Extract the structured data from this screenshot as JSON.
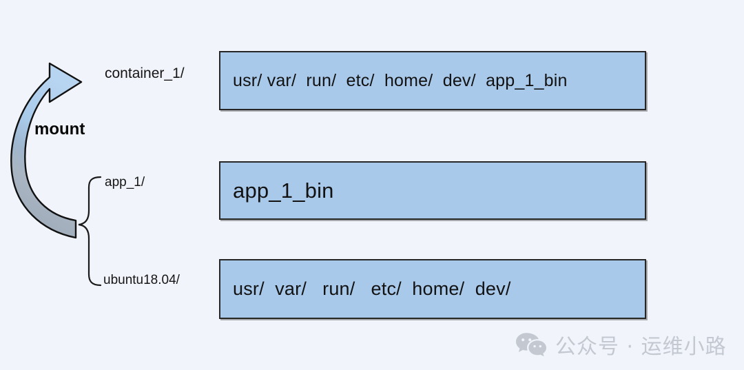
{
  "diagram": {
    "title": "Container filesystem mount diagram",
    "background_color": "#f1f4fa",
    "box_fill_color": "#a9c9ea",
    "box_border_color": "#262626",
    "arrow_top_color": "#a9cbeb",
    "arrow_bottom_color": "#a2afbd"
  },
  "arrow": {
    "label": "mount",
    "icon_name": "curved-mount-arrow"
  },
  "rows": [
    {
      "label": "container_1/",
      "content": "usr/ var/  run/  etc/  home/  dev/  app_1_bin"
    },
    {
      "label": "app_1/",
      "content": "app_1_bin"
    },
    {
      "label": "ubuntu18.04/",
      "content": "usr/  var/   run/   etc/  home/  dev/"
    }
  ],
  "watermark": {
    "icon_name": "wechat-icon",
    "text": "公众号 · 运维小路",
    "color": "#c3c8d1"
  }
}
